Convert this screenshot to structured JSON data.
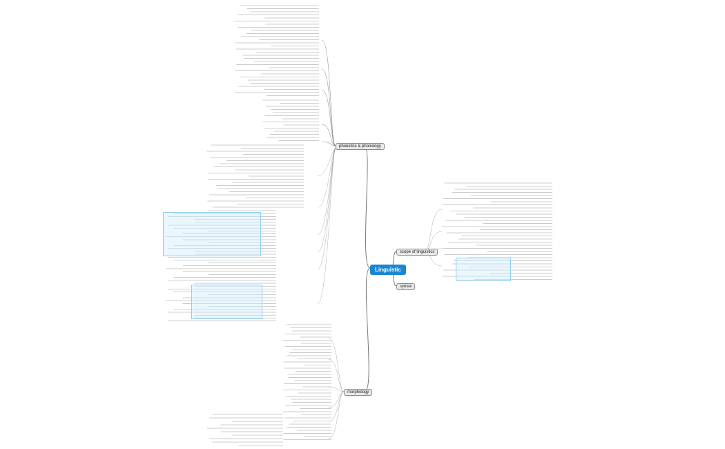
{
  "root": {
    "label": "Linguistic"
  },
  "branches": [
    {
      "label": "phonetics & phonology"
    },
    {
      "label": "scope of linguistics"
    },
    {
      "label": "syntax"
    },
    {
      "label": "morphology"
    }
  ],
  "colors": {
    "root_bg": "#1a86d0",
    "topic_bg": "#e9e9e9",
    "link": "#555555",
    "highlight_border": "#8fd0f0",
    "highlight_bg": "#d2eefc"
  }
}
